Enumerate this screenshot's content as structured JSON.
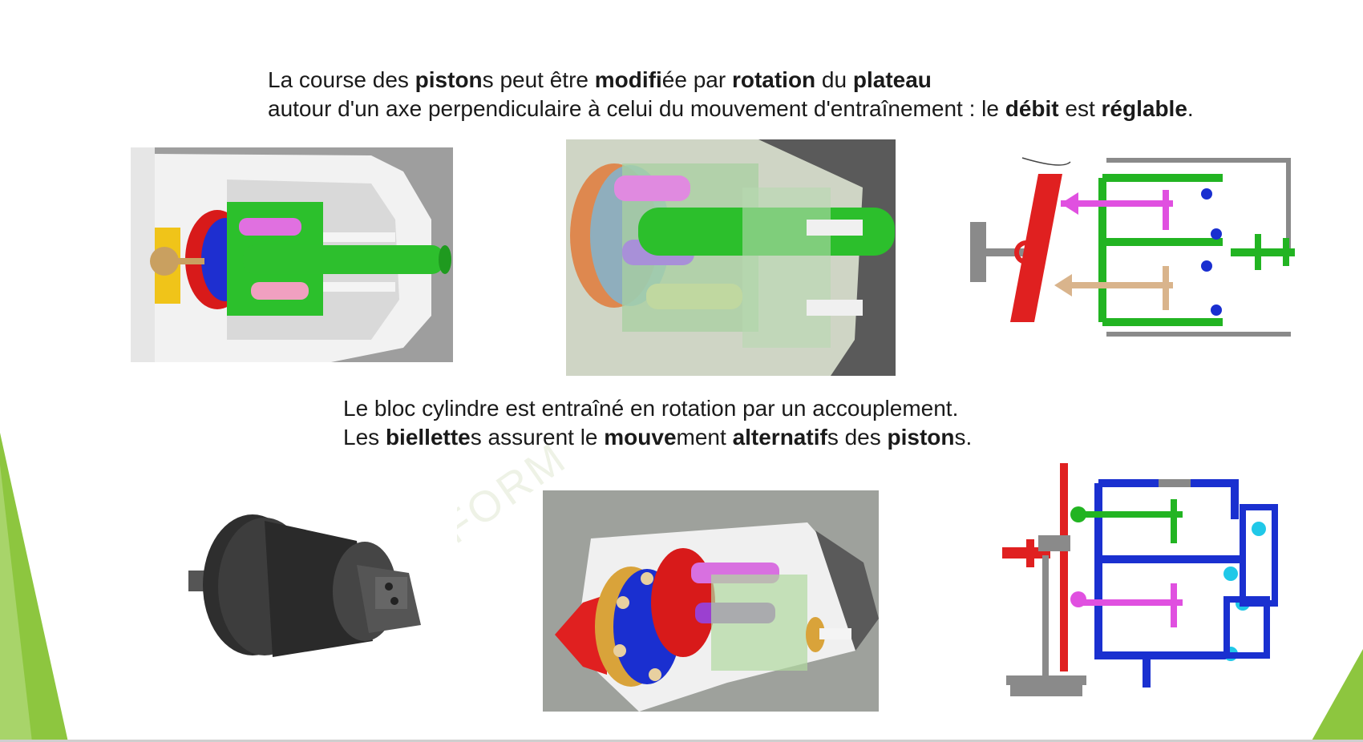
{
  "watermark": "FORM",
  "top_text": {
    "line1": [
      {
        "t": "La course des ",
        "b": false
      },
      {
        "t": "piston",
        "b": true
      },
      {
        "t": "s peut être ",
        "b": false
      },
      {
        "t": "modifi",
        "b": true
      },
      {
        "t": "ée par ",
        "b": false
      },
      {
        "t": "rotation",
        "b": true
      },
      {
        "t": " du ",
        "b": false
      },
      {
        "t": "plateau",
        "b": true
      }
    ],
    "line2": [
      {
        "t": "autour d'un axe perpendiculaire à celui du mouvement d'entraînement : le ",
        "b": false
      },
      {
        "t": "débit",
        "b": true
      },
      {
        "t": " est ",
        "b": false
      },
      {
        "t": "réglable",
        "b": true
      },
      {
        "t": ".",
        "b": false
      }
    ]
  },
  "middle_text": {
    "line1": [
      {
        "t": "Le bloc cylindre est entraîné en rotation par un accouplement.",
        "b": false
      }
    ],
    "line2": [
      {
        "t": "Les ",
        "b": false
      },
      {
        "t": "biellette",
        "b": true
      },
      {
        "t": "s assurent le ",
        "b": false
      },
      {
        "t": "mouve",
        "b": true
      },
      {
        "t": "ment ",
        "b": false
      },
      {
        "t": "alternatif",
        "b": true
      },
      {
        "t": "s des ",
        "b": false
      },
      {
        "t": "piston",
        "b": true
      },
      {
        "t": "s.",
        "b": false
      }
    ]
  },
  "colors": {
    "accent_green": "#8dc63f",
    "part_green": "#1fb81f",
    "part_magenta": "#e040e0",
    "part_red": "#e02020",
    "part_blue": "#1030d0"
  }
}
